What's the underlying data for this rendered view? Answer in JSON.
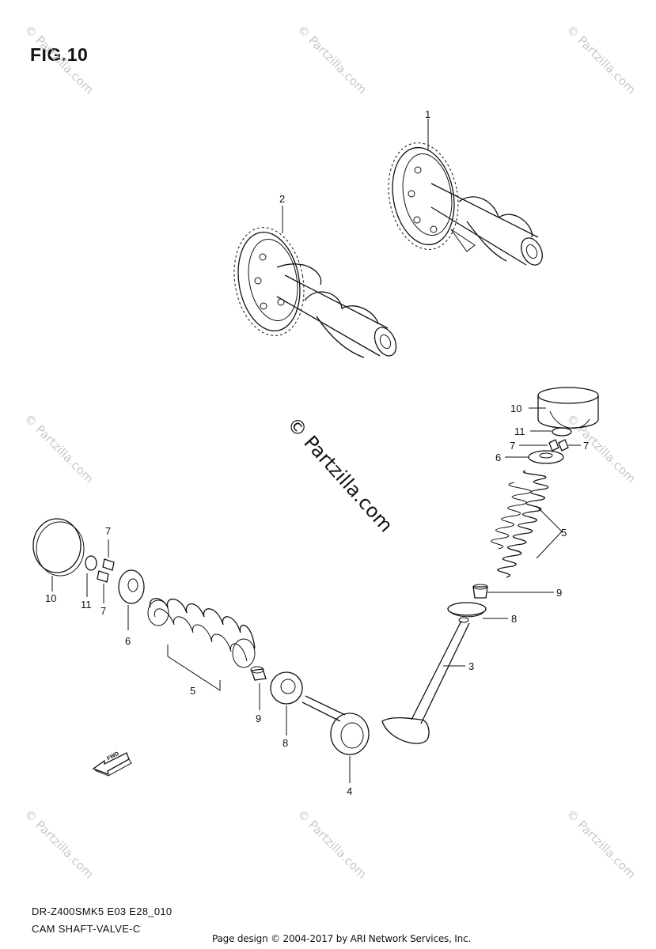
{
  "figure": {
    "title": "FIG.10"
  },
  "watermarks": {
    "repeat_text": "© Partzilla.com",
    "center_text": "© Partzilla.com"
  },
  "callouts": {
    "c1": "1",
    "c2": "2",
    "c3": "3",
    "c4": "4",
    "c5_left": "5",
    "c5_right": "5",
    "c6_left": "6",
    "c6_right": "6",
    "c7_left_top": "7",
    "c7_left_bottom": "7",
    "c7_right_a": "7",
    "c7_right_b": "7",
    "c8_left": "8",
    "c8_right": "8",
    "c9_left": "9",
    "c9_right": "9",
    "c10_left": "10",
    "c10_right": "10",
    "c11_left": "11",
    "c11_right": "11"
  },
  "fwd_label": "FWD",
  "model_code": "DR-Z400SMK5 E03 E28_010",
  "section_name": "CAM SHAFT-VALVE-C",
  "footer": "Page design © 2004-2017 by ARI Network Services, Inc."
}
